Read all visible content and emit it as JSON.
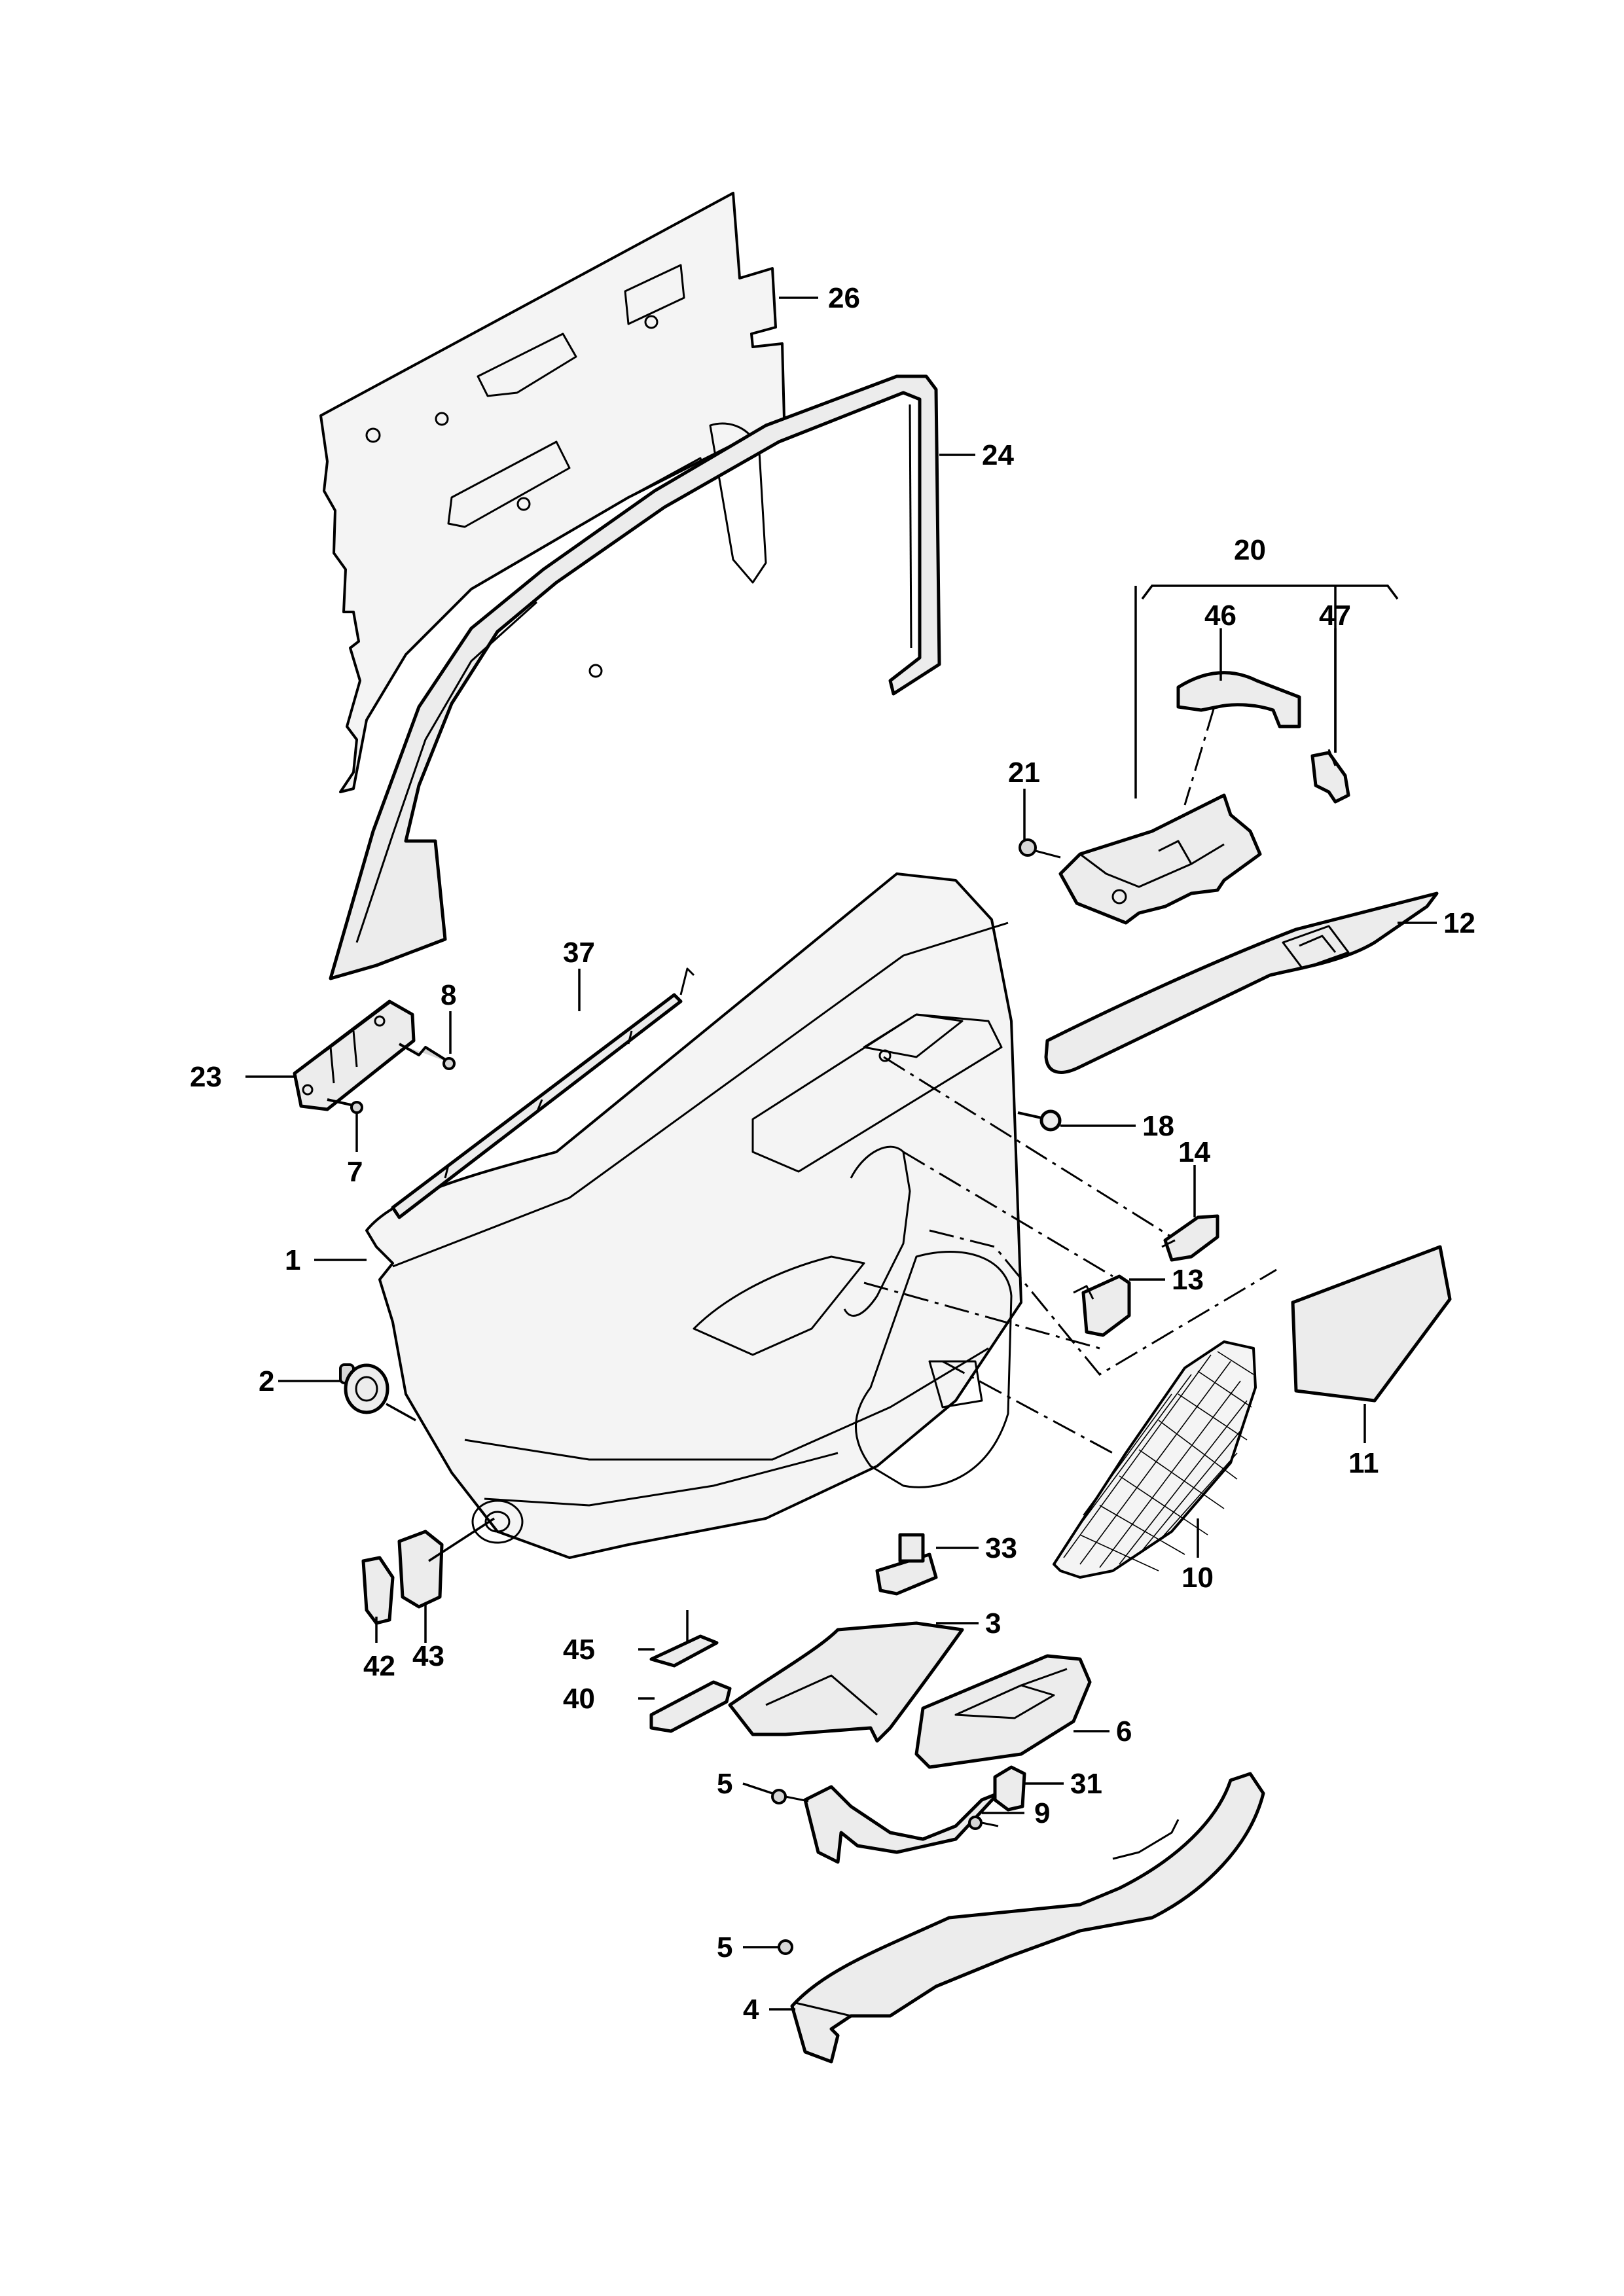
{
  "diagram": {
    "callouts": {
      "p1": "1",
      "p2": "2",
      "p3": "3",
      "p4": "4",
      "p5a": "5",
      "p5b": "5",
      "p6": "6",
      "p7": "7",
      "p8": "8",
      "p9": "9",
      "p10": "10",
      "p11": "11",
      "p12": "12",
      "p13": "13",
      "p14": "14",
      "p18": "18",
      "p20": "20",
      "p21": "21",
      "p23": "23",
      "p24": "24",
      "p26": "26",
      "p31": "31",
      "p33": "33",
      "p37": "37",
      "p40": "40",
      "p42": "42",
      "p43": "43",
      "p45": "45",
      "p46": "46",
      "p47": "47"
    }
  }
}
